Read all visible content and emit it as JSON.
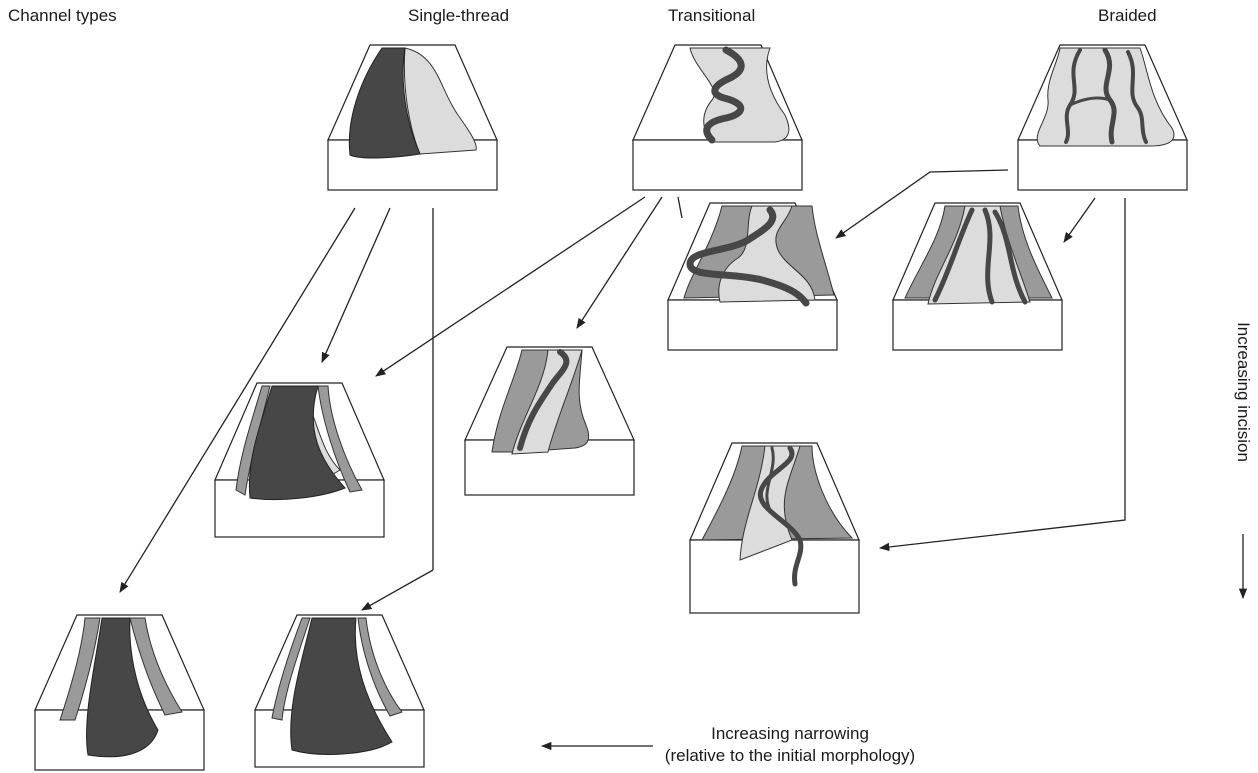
{
  "labels": {
    "channel_types": "Channel types",
    "single_thread": "Single-thread",
    "transitional": "Transitional",
    "braided": "Braided",
    "increasing_incision": "Increasing incision",
    "increasing_narrowing_line1": "Increasing narrowing",
    "increasing_narrowing_line2": "(relative to the initial morphology)"
  },
  "colors": {
    "dark_channel": "#474747",
    "mid_gray_terrace": "#9a9a9a",
    "light_gray_bed": "#dcdcdc",
    "block_fill": "#ffffff",
    "stroke": "#222222"
  }
}
